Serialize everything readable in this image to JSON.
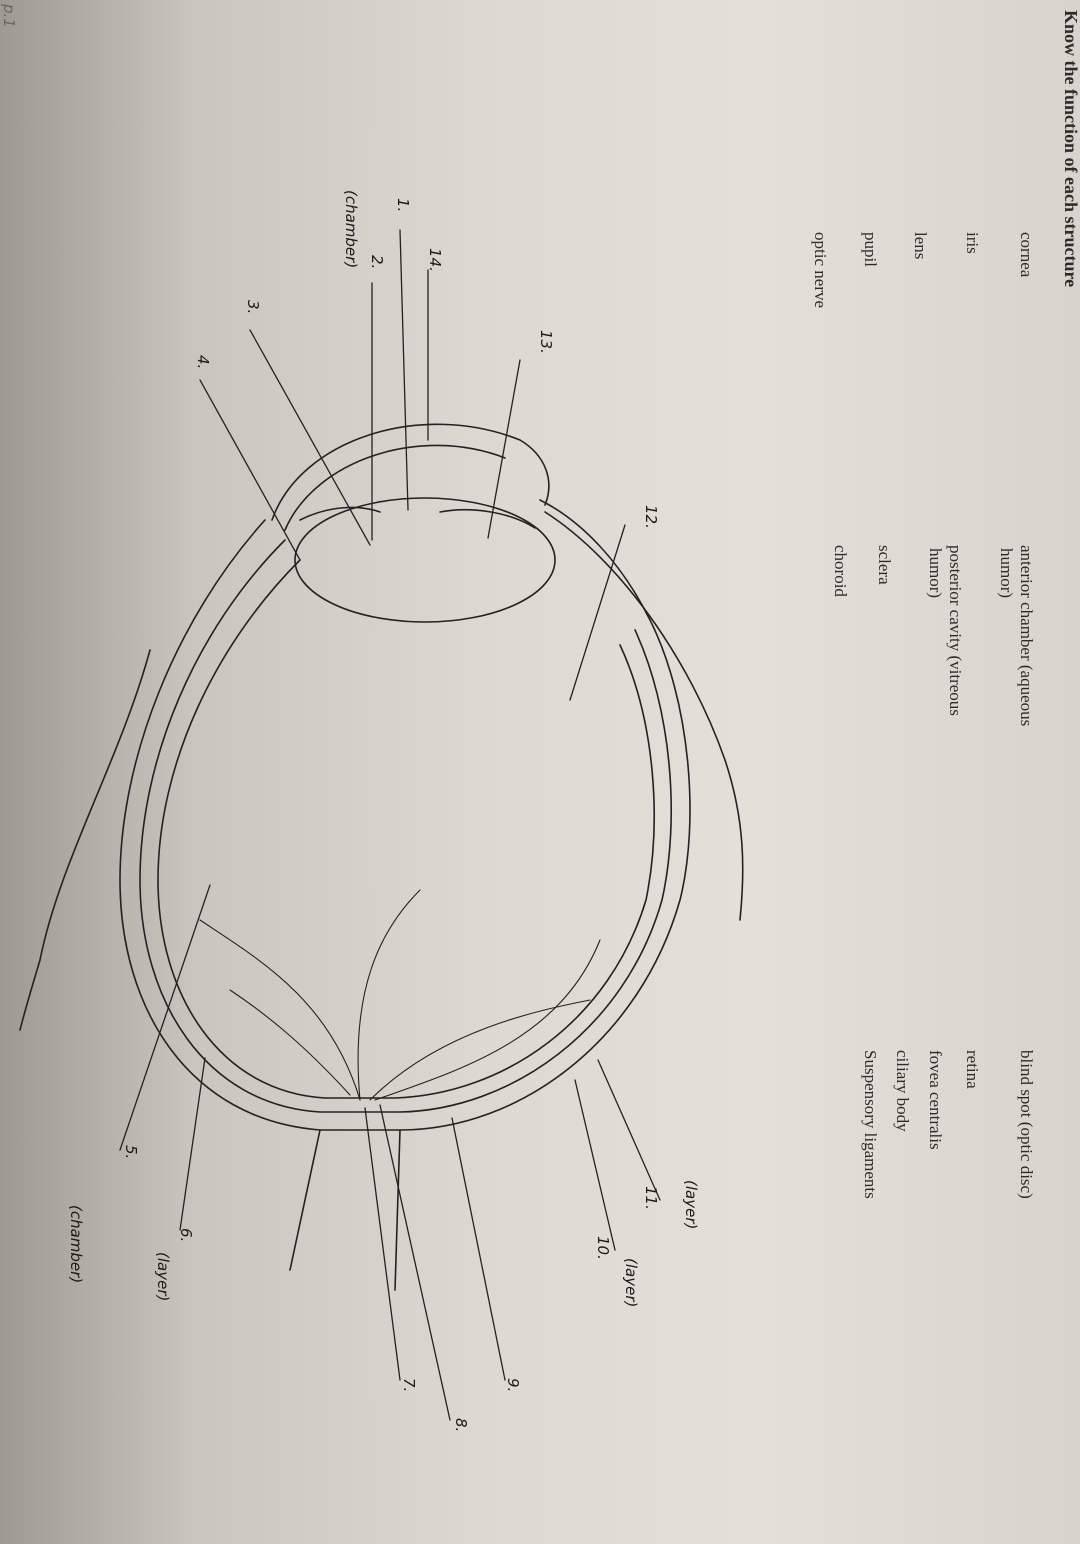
{
  "heading": "Know the function of each structure",
  "terms": [
    [
      "cornea",
      "anterior chamber (aqueous",
      "blind spot (optic disc)"
    ],
    [
      "",
      "humor)",
      ""
    ],
    [
      "iris",
      "posterior cavity (vitreous",
      "retina"
    ],
    [
      "",
      "humor)",
      ""
    ],
    [
      "lens",
      "sclera",
      "fovea centralis"
    ],
    [
      "pupil",
      "choroid",
      "ciliary body"
    ],
    [
      "optic nerve",
      "",
      "Suspensory ligaments"
    ]
  ],
  "labels": {
    "n1": "1.",
    "n2": "2.",
    "n3": "3.",
    "n4": "4.",
    "n5": "5.",
    "n6": "6.",
    "n7": "7.",
    "n8": "8.",
    "n9": "9.",
    "n10": "10.",
    "n11": "11.",
    "n12": "12.",
    "n13": "13.",
    "n14": "14.",
    "chamber_1": "(chamber)",
    "chamber_5": "(chamber)",
    "layer_6": "(layer)",
    "layer_10": "(layer)",
    "layer_11": "(layer)"
  },
  "margin_scribble": "p.1"
}
